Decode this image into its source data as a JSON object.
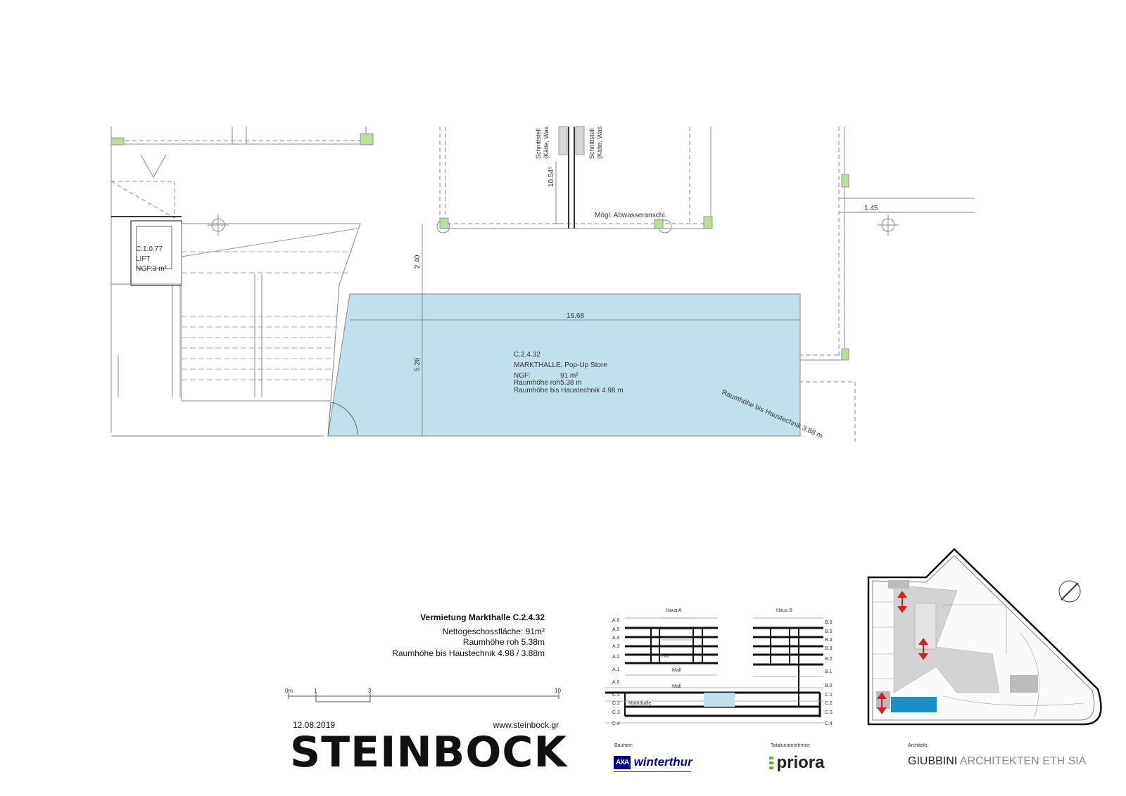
{
  "plan": {
    "lift_label": {
      "id": "C.1.0.77",
      "name": "LIFT",
      "area": "NGF:3 m²"
    },
    "unit_label": {
      "id": "C.2.4.32",
      "name": "MARKTHALLE, Pop-Up Store",
      "ngf_key": "NGF:",
      "ngf_value": "91 m²",
      "height_raw": "Raumhöhe roh5.38 m",
      "height_tech": "Raumhöhe bis Haustechnik 4.98 m"
    },
    "sloped_label": "Raumhöhe bis Haustechnik 3.88 m",
    "dimensions": {
      "width": "16.68",
      "depth": "5.26",
      "offset": "2.40",
      "right": "1.45",
      "vertical": "10.54⁵"
    },
    "notes": {
      "abwasser": "Mögl. Abwasseranschl.",
      "schnitt_1a": "Schnittstell",
      "schnitt_1b": "(Kälte, Was",
      "schnitt_2a": "Schnittstell",
      "schnitt_2b": "(Kälte, Was"
    },
    "colors": {
      "unit_fill": "#bfe0ec",
      "structure_green": "#b9df9a",
      "line": "#777777"
    }
  },
  "info": {
    "title": "Vermietung Markthalle C.2.4.32",
    "line1": "Nettogeschossfläche: 91m²",
    "line2": "Raumhöhe roh 5.38m",
    "line3": "Raumhöhe bis Haustechnik 4.98 / 3.88m",
    "date": "12.08.2019",
    "website": "www.steinbock.gr",
    "logo": "STEINBOCK",
    "scale_labels": [
      "0m",
      "1",
      "3",
      "10"
    ]
  },
  "section": {
    "haus_a": "Haus A",
    "haus_b": "Haus B",
    "hof": "Hof",
    "mall_1": "Mall",
    "mall_2": "Mall",
    "markthalle": "Markthalle",
    "levels_left": [
      "A.6",
      "A.5",
      "A.4",
      "A.3",
      "A.2",
      "A.1",
      "A.0",
      "C.1",
      "C.2",
      "C.3",
      "C.4"
    ],
    "levels_right": [
      "B.6",
      "B.5",
      "B.4",
      "B.3",
      "B.2",
      "B.1",
      "B.0",
      "C.1",
      "C.2",
      "C.3",
      "C.4"
    ],
    "highlight_color": "#bfe0ec"
  },
  "credits": {
    "bauherr_label": "Bauherr:",
    "bauherr": "winterthur",
    "bauherr_mark": "AXA",
    "total_label": "Totalunternehmer:",
    "total": "priora",
    "architekt_label": "Architekt:",
    "architekt_1": "GIUBBINI",
    "architekt_2": "ARCHITEKTEN ETH SIA"
  },
  "keyplan": {
    "highlight_color": "#1a8fc4",
    "arrow_color": "#d42020"
  }
}
